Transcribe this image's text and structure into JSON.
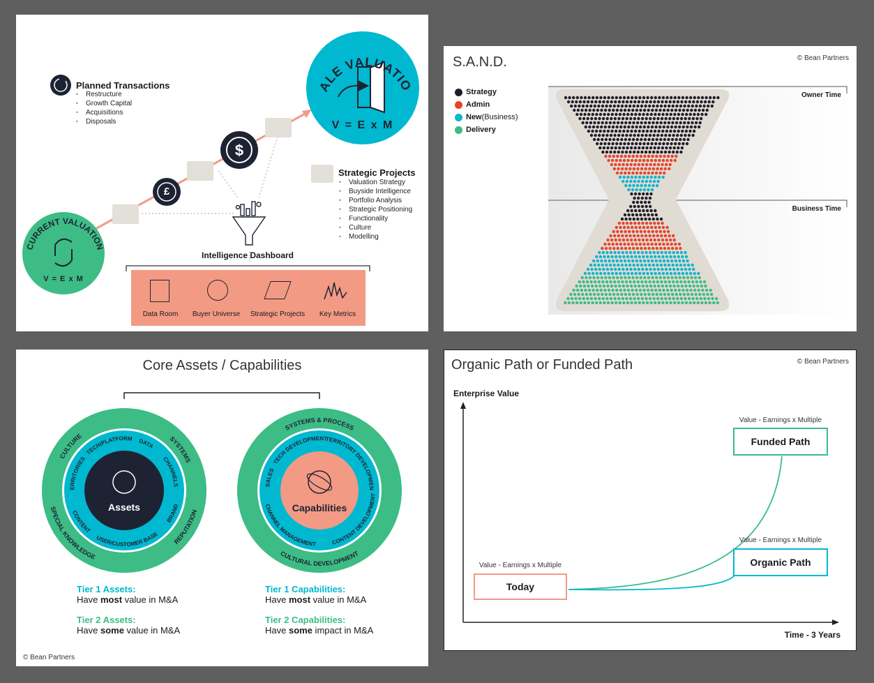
{
  "panel1": {
    "sale_valuation": {
      "title": "SALE VALUATION",
      "formula": "V = E x M"
    },
    "current_valuation": {
      "title": "CURRENT VALUATION",
      "formula": "V = E x M"
    },
    "planned": {
      "title": "Planned Transactions",
      "items": [
        "Restructure",
        "Growth Capital",
        "Acquisitions",
        "Disposals"
      ]
    },
    "strategic": {
      "title": "Strategic Projects",
      "items": [
        "Valuation Strategy",
        "Buyside Intelligence",
        "Portfolio Analysis",
        "Strategic Positioning",
        "Functionality",
        "Culture",
        "Modelling"
      ]
    },
    "dashboard": {
      "title": "Intelligence Dashboard",
      "items": [
        "Data Room",
        "Buyer Universe",
        "Strategic Projects",
        "Key Metrics"
      ]
    },
    "icons": {
      "pound": "£",
      "dollar": "$"
    },
    "colors": {
      "teal": "#00b8d0",
      "green": "#3dbc86",
      "salmon": "#f39a85",
      "navy": "#1e2333",
      "tile": "#e3dfd9"
    }
  },
  "panel2": {
    "title": "S.A.N.D.",
    "copyright": "© Bean Partners",
    "legend": [
      {
        "label": "Strategy",
        "suffix": "",
        "color": "#1e1e2a"
      },
      {
        "label": "Admin",
        "suffix": "",
        "color": "#e8432a"
      },
      {
        "label": "New",
        "suffix": " (Business)",
        "color": "#10b5cc"
      },
      {
        "label": "Delivery",
        "suffix": "",
        "color": "#3dbc86"
      }
    ],
    "owner_time": "Owner Time",
    "business_time": "Business Time"
  },
  "panel3": {
    "title": "Core Assets / Capabilities",
    "assets": {
      "center": "Assets",
      "outer": [
        "CULTURE",
        "SYSTEMS",
        "SPECIAL KNOWLEDGE",
        "REPUTATION"
      ],
      "inner": [
        "TECH/PLATFORM",
        "DATA",
        "CHANNELS",
        "BRAND",
        "USER/CUSTOMER BASE",
        "CONTENT",
        "TERRITORIES"
      ]
    },
    "capabilities": {
      "center": "Capabilities",
      "outer": [
        "SYSTEMS & PROCESS",
        "CULTURAL DEVELOPMENT"
      ],
      "inner": [
        "TECH DEVELOPMENT",
        "TERRITORY DEVELOPMENT",
        "CONTENT DEVELOPMENT",
        "CHANNEL MANAGEMENT",
        "SALES"
      ]
    },
    "tiers": {
      "t1_assets_h": "Tier 1 Assets:",
      "t1_assets_pre": "Have ",
      "t1_assets_b": "most",
      "t1_assets_post": " value in M&A",
      "t2_assets_h": "Tier 2 Assets:",
      "t2_assets_pre": "Have ",
      "t2_assets_b": "some",
      "t2_assets_post": " value in M&A",
      "t1_caps_h": "Tier 1 Capabilities:",
      "t1_caps_pre": "Have ",
      "t1_caps_b": "most",
      "t1_caps_post": " value in M&A",
      "t2_caps_h": "Tier 2 Capabilities:",
      "t2_caps_pre": "Have ",
      "t2_caps_b": "some",
      "t2_caps_post": " impact in M&A"
    },
    "copyright": "© Bean Partners"
  },
  "panel4": {
    "title": "Organic Path or Funded Path",
    "copyright": "© Bean Partners",
    "y_label": "Enterprise Value",
    "x_label": "Time - 3 Years",
    "boxes": {
      "today": {
        "label": "Today",
        "caption": "Value - Earnings x Multiple"
      },
      "funded": {
        "label": "Funded Path",
        "caption": "Value - Earnings x Multiple"
      },
      "organic": {
        "label": "Organic Path",
        "caption": "Value - Earnings x Multiple"
      }
    }
  }
}
